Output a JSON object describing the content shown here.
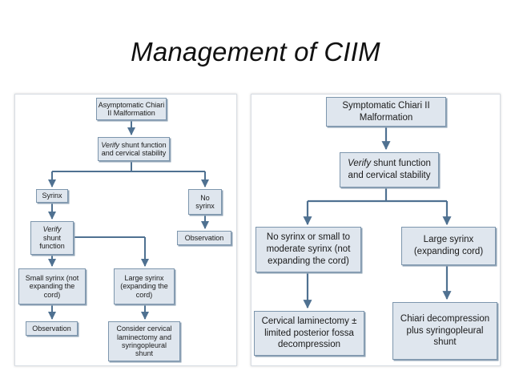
{
  "title": "Management of CIIM",
  "left_flowchart": {
    "start": "Asymptomatic Chiari II Malformation",
    "verify_word": "Verify",
    "verify_rest": " shunt function and cervical stability",
    "syrinx": "Syrinx",
    "no_syrinx": "No syrinx",
    "observation_right": "Observation",
    "verify_shunt_word": "Verify",
    "verify_shunt_rest": "shunt function",
    "small_syrinx": "Small syrinx (not expanding the cord)",
    "large_syrinx": "Large syrinx (expanding the cord)",
    "observation_left": "Observation",
    "consider": "Consider cervical laminectomy and syringopleural shunt"
  },
  "right_flowchart": {
    "start": "Symptomatic Chiari II Malformation",
    "verify_word": "Verify",
    "verify_rest": " shunt function and cervical stability",
    "no_syrinx": "No syrinx or small to moderate syrinx (not expanding the cord)",
    "large_syrinx": "Large syrinx (expanding cord)",
    "laminectomy": "Cervical laminectomy ± limited posterior fossa decompression",
    "decompression": "Chiari decompression plus syringopleural shunt"
  },
  "colors": {
    "box_fill": "#dfe6ee",
    "box_border": "#7d96ad",
    "connector": "#4f7191"
  }
}
